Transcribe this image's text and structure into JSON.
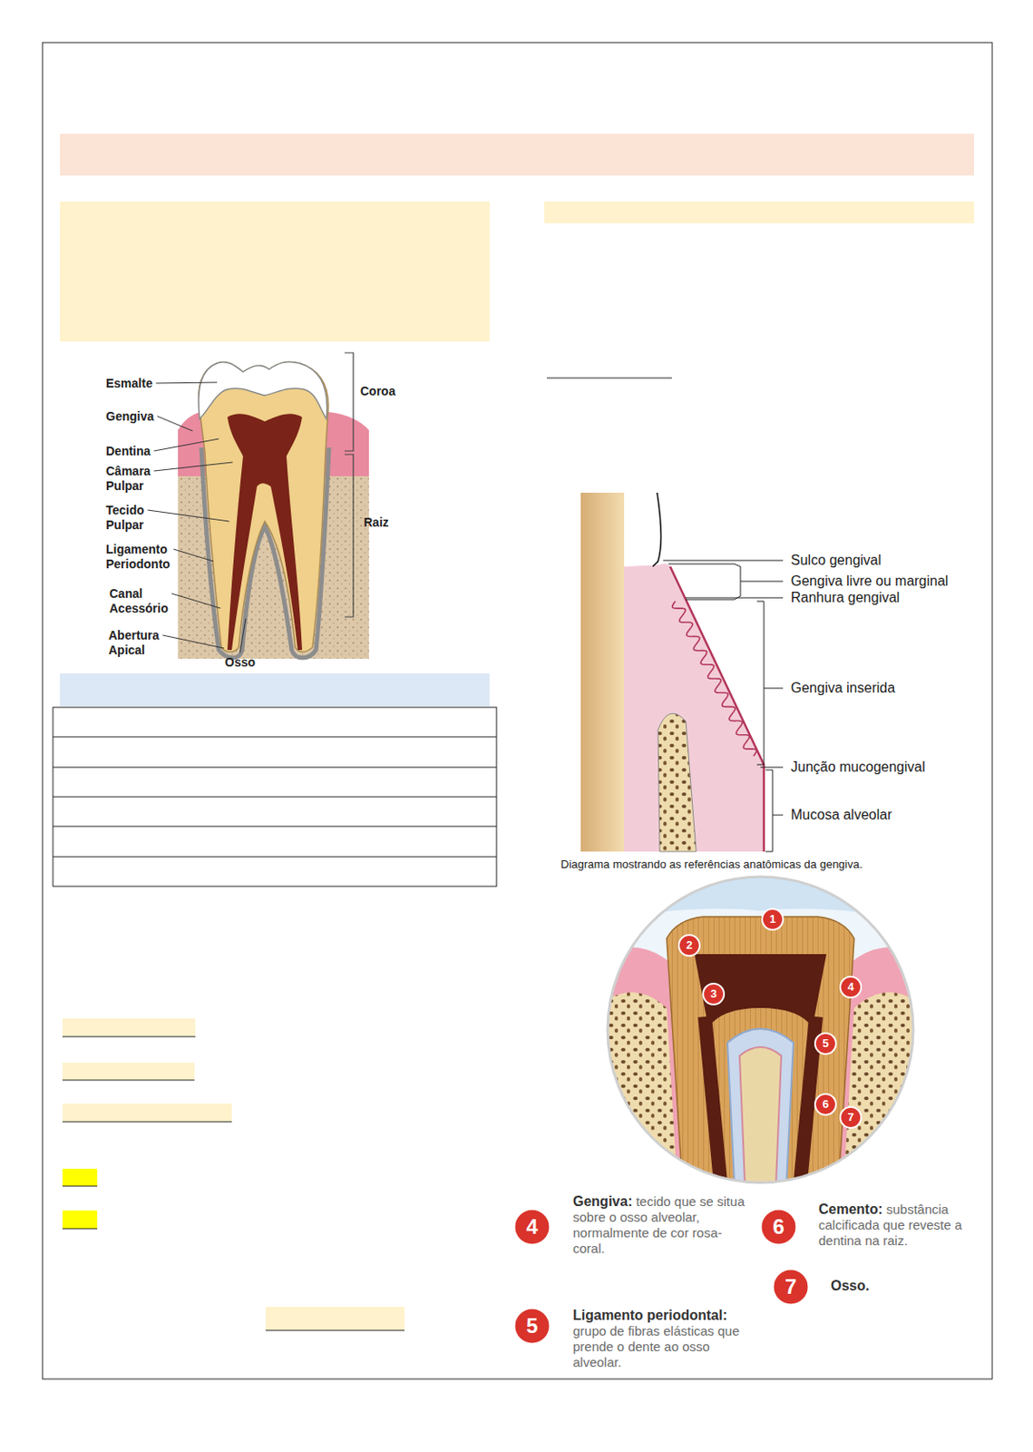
{
  "diagram": {
    "caption": "Diagrama mostrando as referências anatômicas da gengiva.",
    "labels": [
      "Esmalte",
      "Gengiva",
      "Dentina",
      "Câmara Pulpar",
      "Tecido Pulpar",
      "Ligamento Periodonto",
      "Canal Acessório",
      "Abertura Apical",
      "Osso",
      "Coroa",
      "Raiz",
      "Sulco gengival",
      "Gengiva livre ou marginal",
      "Ranhura gengival",
      "Gengiva inserida",
      "Junção mucogengival",
      "Mucosa alveolar",
      "1",
      "2",
      "3",
      "4",
      "5",
      "6",
      "7",
      "4",
      "Gengiva:",
      "tecido que se situa sobre o osso alveolar, normalmente de cor rosa-coral.",
      "6",
      "Cemento:",
      "substância calcificada que reveste a dentina na raiz.",
      "7",
      "Osso.",
      "5",
      "Ligamento periodontal:",
      "grupo de fibras elásticas que prende o dente ao osso alveolar."
    ]
  }
}
